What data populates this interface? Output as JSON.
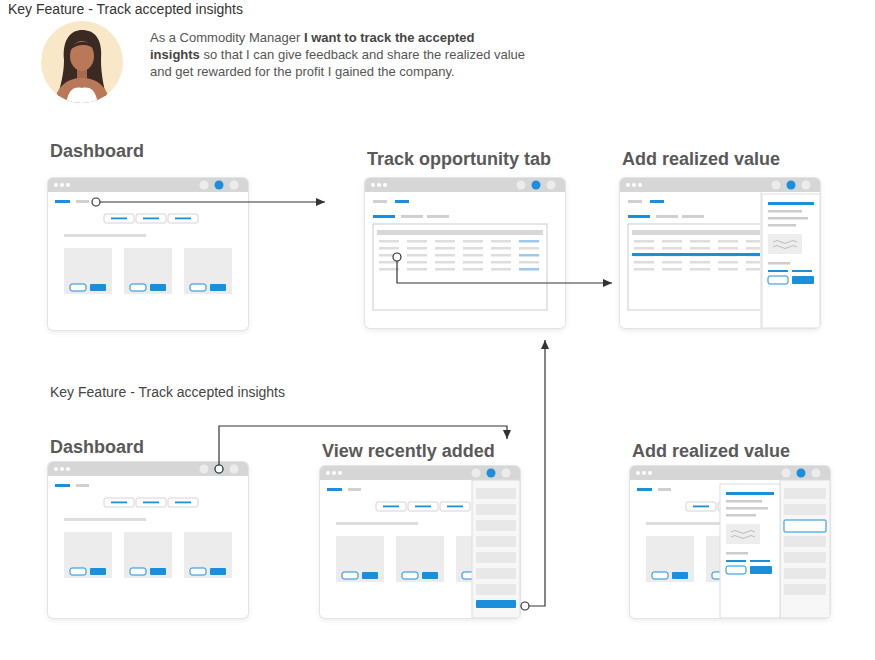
{
  "diagram": {
    "title": "Key Feature - Track accepted insights",
    "nodes": [
      {
        "text": [
          "Dashboard"
        ]
      },
      {
        "text": [
          "Track opportunity tab"
        ]
      },
      {
        "text": [
          "Add realized value"
        ]
      },
      {
        "text": [
          "Dashboard"
        ]
      },
      {
        "text": [
          "View recently added"
        ]
      },
      {
        "text": [
          "Add realized value"
        ]
      }
    ],
    "edges": [
      {
        "from": 0,
        "to": 1,
        "arrow": "to"
      },
      {
        "from": 1,
        "to": 2,
        "arrow": "to"
      },
      {
        "from": 3,
        "to": 4,
        "arrow": "to"
      },
      {
        "from": 4,
        "to": 1,
        "arrow": "to"
      }
    ],
    "labels": [
      "As a Commodity Manager",
      "I want to track the accepted insights",
      "so that I can give feedback and share the realized value and get rewarded for the profit I gained the company.",
      "Key Feature - Track accepted insights"
    ]
  }
}
